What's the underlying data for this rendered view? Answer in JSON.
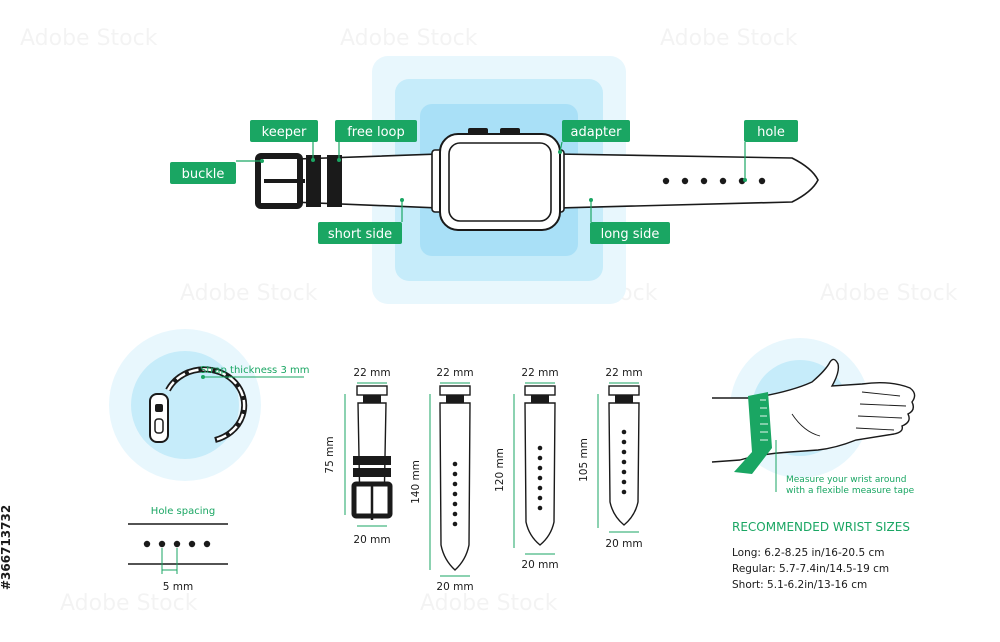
{
  "colors": {
    "green": "#1aa663",
    "blue_light": "#e8f7fd",
    "blue_mid": "#c6ecfa",
    "blue_strong": "#9fdcf6",
    "ink": "#1a1a1a",
    "white": "#ffffff"
  },
  "watermark": "Adobe Stock",
  "stock_id": "#366713732",
  "parts": {
    "keeper": "keeper",
    "free_loop": "free loop",
    "adapter": "adapter",
    "hole": "hole",
    "buckle": "buckle",
    "short_side": "short side",
    "long_side": "long side"
  },
  "thickness": {
    "label": "Strap thickness 3 mm"
  },
  "hole_spacing": {
    "label": "Hole spacing",
    "value": "5 mm"
  },
  "straps": [
    {
      "top_width": "22 mm",
      "bottom_width": "20 mm",
      "length": "75 mm"
    },
    {
      "top_width": "22 mm",
      "bottom_width": "20 mm",
      "length": "140 mm"
    },
    {
      "top_width": "22 mm",
      "bottom_width": "20 mm",
      "length": "120 mm"
    },
    {
      "top_width": "22 mm",
      "bottom_width": "20 mm",
      "length": "105 mm"
    }
  ],
  "wrist": {
    "note_line1": "Measure your wrist around",
    "note_line2": "with a flexible measure tape",
    "heading": "RECOMMENDED WRIST SIZES",
    "sizes": [
      "Long: 6.2-8.25 in/16-20.5 cm",
      "Regular: 5.7-7.4in/14.5-19 cm",
      "Short: 5.1-6.2in/13-16 cm"
    ]
  }
}
